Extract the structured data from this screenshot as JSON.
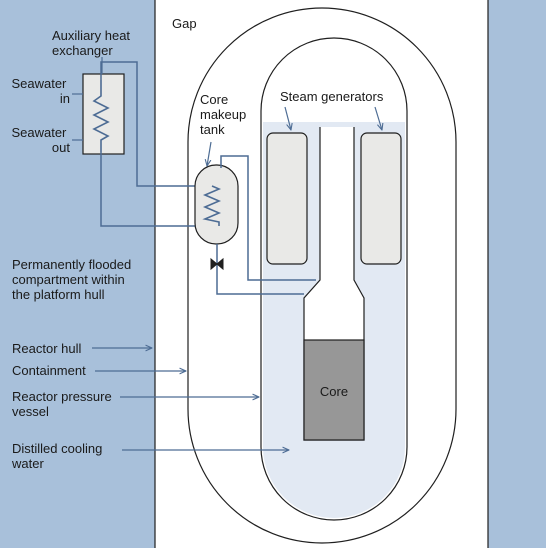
{
  "colors": {
    "water": "#a8c0da",
    "light_water": "#e2e9f3",
    "core": "#979797",
    "steam_gen_fill": "#e9e9e7",
    "pipe": "#4d6c94",
    "outline": "#1f1f1f",
    "background": "#ffffff"
  },
  "labels": {
    "gap": "Gap",
    "aux_heat_exchanger": [
      "Auxiliary heat",
      "exchanger"
    ],
    "seawater_in": [
      "Seawater",
      "in"
    ],
    "seawater_out": [
      "Seawater",
      "out"
    ],
    "core_makeup_tank": [
      "Core",
      "makeup",
      "tank"
    ],
    "steam_generators": "Steam generators",
    "flooded_compartment": [
      "Permanently flooded",
      "compartment within",
      "the platform hull"
    ],
    "reactor_hull": "Reactor hull",
    "containment": "Containment",
    "reactor_pressure_vessel": [
      "Reactor pressure",
      "vessel"
    ],
    "distilled_cooling_water": [
      "Distilled cooling",
      "water"
    ],
    "core": "Core"
  },
  "icons": [
    "heat-exchanger-coil-icon",
    "valve-icon",
    "arrow-icon"
  ]
}
